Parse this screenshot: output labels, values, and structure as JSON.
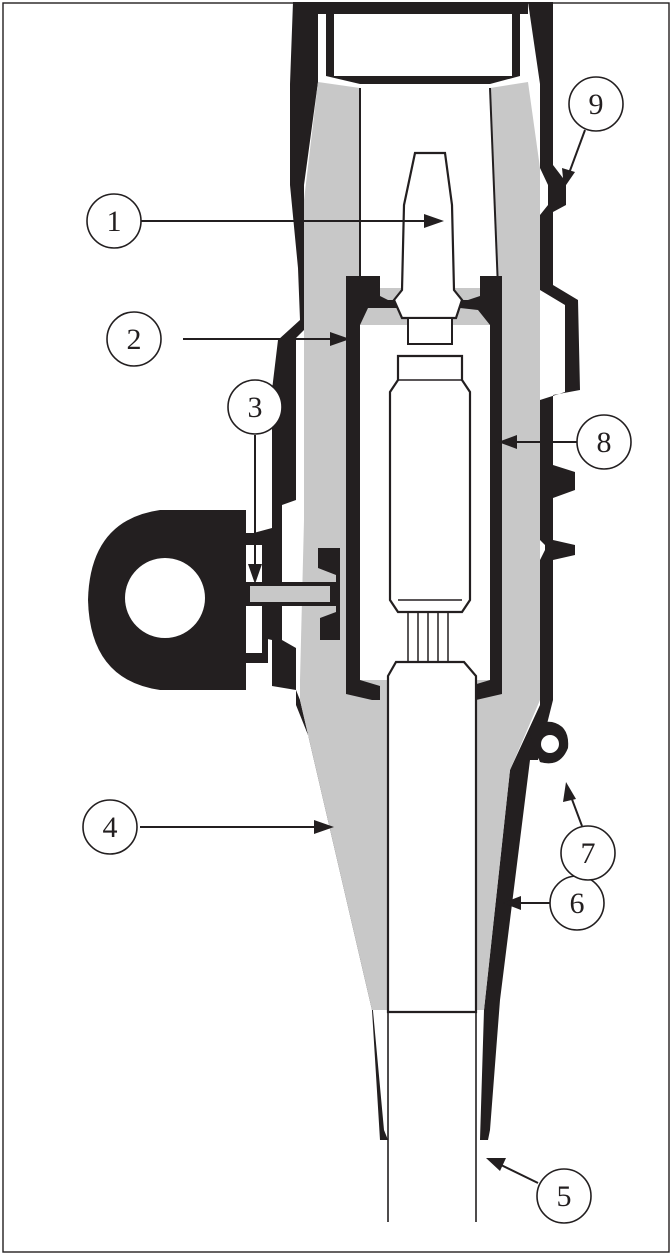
{
  "figure": {
    "colors": {
      "body": "#231f20",
      "insulation": "#c8c8c8",
      "background": "#ffffff",
      "frame": "#231f20"
    },
    "callouts": [
      {
        "id": "c1",
        "number": "1"
      },
      {
        "id": "c2",
        "number": "2"
      },
      {
        "id": "c3",
        "number": "3"
      },
      {
        "id": "c4",
        "number": "4"
      },
      {
        "id": "c5",
        "number": "5"
      },
      {
        "id": "c6",
        "number": "6"
      },
      {
        "id": "c7",
        "number": "7"
      },
      {
        "id": "c8",
        "number": "8"
      },
      {
        "id": "c9",
        "number": "9"
      }
    ]
  }
}
